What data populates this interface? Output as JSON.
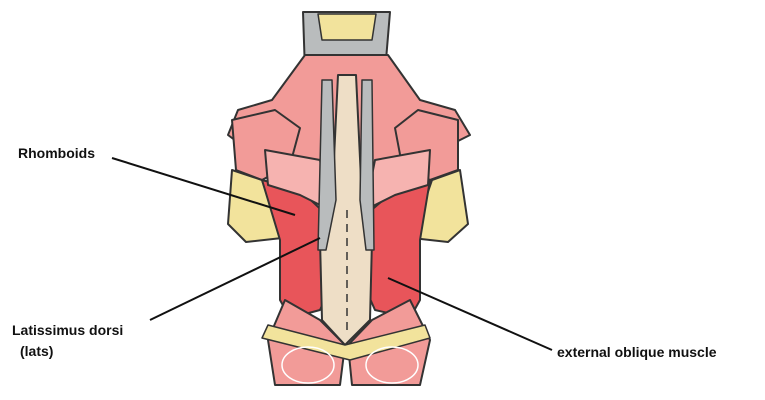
{
  "labels": {
    "rhomboids": "Rhomboids",
    "latissimus_line1": "Latissimus dorsi",
    "latissimus_line2": "(lats)",
    "external_oblique": "external oblique muscle"
  },
  "colors": {
    "muscle": "#f29b98",
    "muscle_dark": "#e8555a",
    "muscle_light": "#f6b3b0",
    "bone": "#eedec6",
    "fat": "#f2e39c",
    "tendon": "#b9bcbd",
    "outline": "#222222"
  }
}
